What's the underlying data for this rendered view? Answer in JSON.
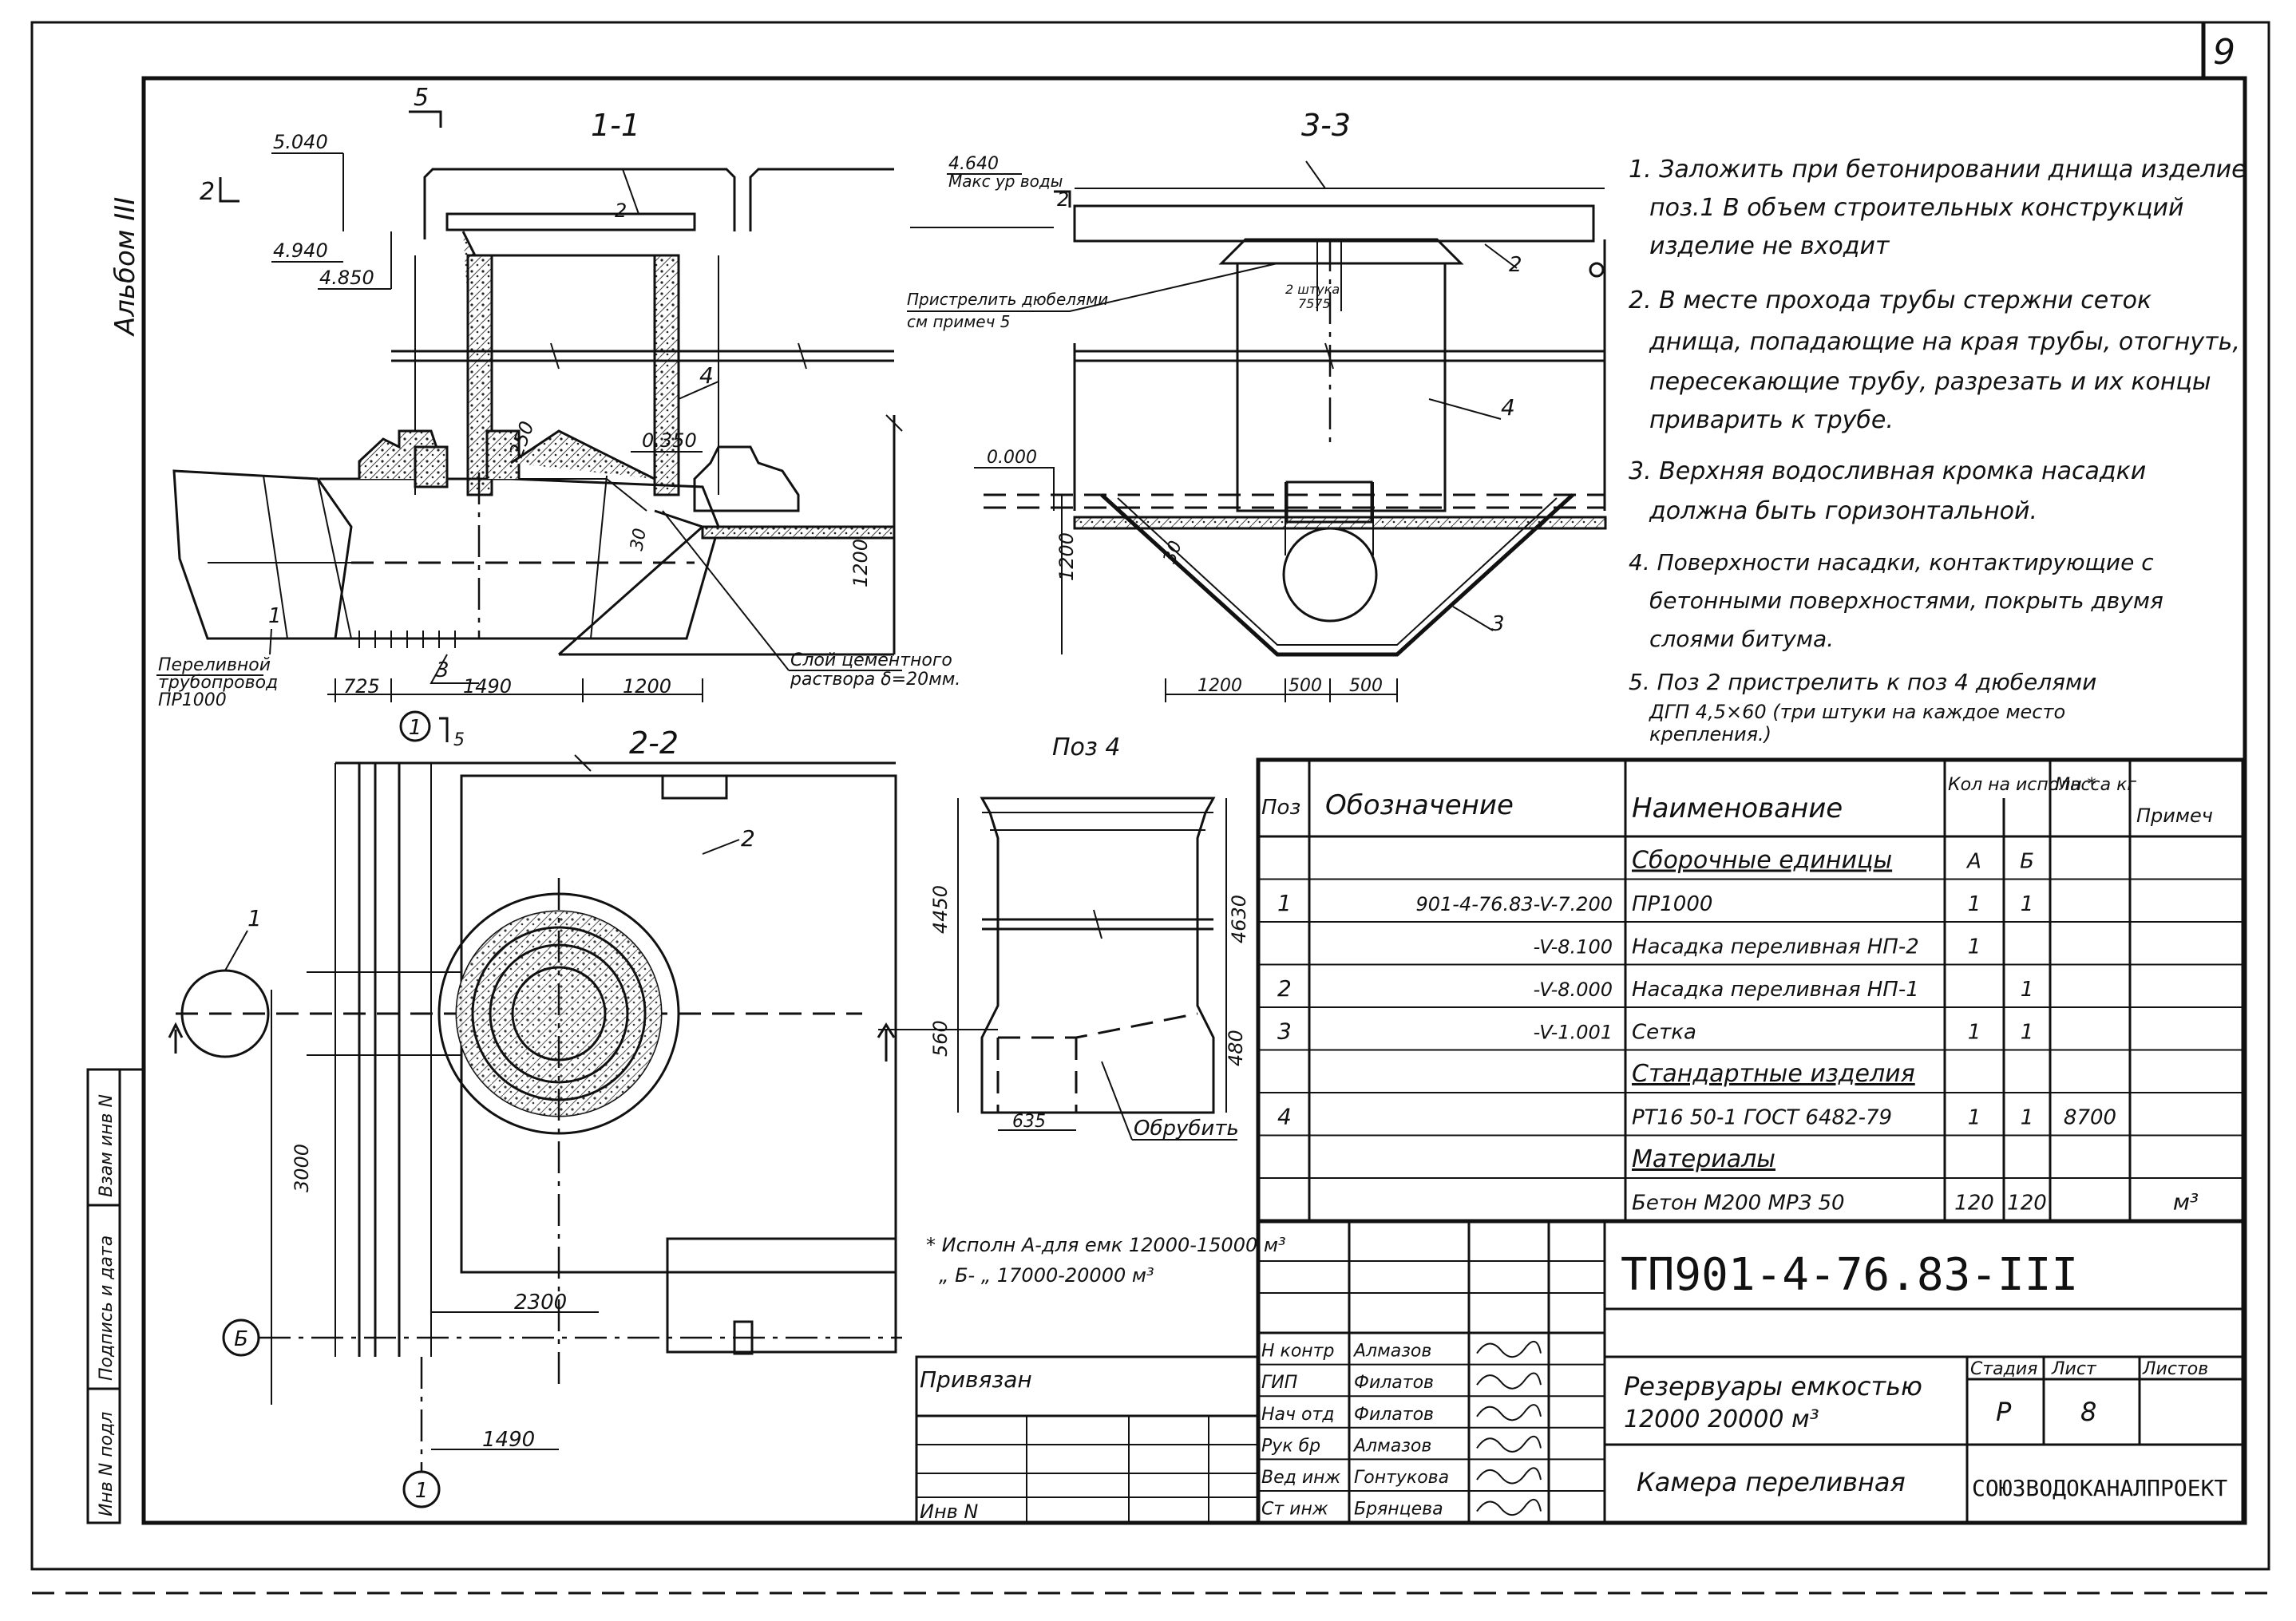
{
  "sheet": {
    "number": "9",
    "album": "Альбом III",
    "code": "ТП901-4-76.83-III",
    "org": "СОЮЗВОДОКАНАЛПРОЕКТ",
    "title_main": "Резервуары емкостью",
    "title_volume": "12000   20000 м³",
    "title_sub": "Камера переливная",
    "bound_label": "Привязан",
    "inv_label": "Инв N",
    "stage_label": "Стадия",
    "sheet_label": "Лист",
    "sheets_label": "Листов",
    "stage": "Р",
    "sheet_no": "8",
    "margin_labels": [
      "Инв N подл",
      "Подпись и дата",
      "Взам инв N"
    ]
  },
  "staff": [
    {
      "role": "Н контр",
      "name": "Алмазов"
    },
    {
      "role": "ГИП",
      "name": "Филатов"
    },
    {
      "role": "Нач отд",
      "name": "Филатов"
    },
    {
      "role": "Рук бр",
      "name": "Алмазов"
    },
    {
      "role": "Вед инж",
      "name": "Гонтукова"
    },
    {
      "role": "Ст инж",
      "name": "Брянцева"
    }
  ],
  "notes": [
    "1. Заложить при бетонировании днища изделие",
    "поз.1 В объем строительных конструкций",
    "изделие не входит",
    "2. В месте прохода трубы стержни сеток",
    "днища, попадающие на края трубы, отогнуть,",
    "пересекающие трубу, разрезать и их концы",
    "приварить к трубе.",
    "3. Верхняя водосливная кромка насадки",
    "должна быть горизонтальной.",
    "4. Поверхности насадки, контактирующие с",
    "бетонными поверхностями, покрыть двумя",
    "слоями битума.",
    "5. Поз 2 пристрелить к поз 4 дюбелями",
    "ДГП 4,5×60 (три штуки на каждое место",
    "крепления.)"
  ],
  "spec": {
    "headers": {
      "pos": "Поз",
      "designation": "Обозначение",
      "name": "Наименование",
      "qty": "Кол на исполн *",
      "mass": "Масса кг",
      "note": "Примеч"
    },
    "qty_variants": [
      "А",
      "Б"
    ],
    "rows": [
      {
        "pos": "",
        "designation": "",
        "name": "Сборочные единицы",
        "a": "А",
        "b": "Б",
        "mass": "",
        "note": "",
        "section": true
      },
      {
        "pos": "1",
        "designation": "901-4-76.83-V-7.200",
        "name": "ПР1000",
        "a": "1",
        "b": "1",
        "mass": "",
        "note": ""
      },
      {
        "pos": "",
        "designation": "-V-8.100",
        "name": "Насадка переливная НП-2",
        "a": "1",
        "b": "",
        "mass": "",
        "note": ""
      },
      {
        "pos": "2",
        "designation": "-V-8.000",
        "name": "Насадка переливная НП-1",
        "a": "",
        "b": "1",
        "mass": "",
        "note": ""
      },
      {
        "pos": "3",
        "designation": "-V-1.001",
        "name": "Сетка",
        "a": "1",
        "b": "1",
        "mass": "",
        "note": ""
      },
      {
        "pos": "",
        "designation": "",
        "name": "Стандартные изделия",
        "a": "",
        "b": "",
        "mass": "",
        "note": "",
        "section": true
      },
      {
        "pos": "4",
        "designation": "",
        "name": "РТ16 50-1 ГОСТ 6482-79",
        "a": "1",
        "b": "1",
        "mass": "8700",
        "note": ""
      },
      {
        "pos": "",
        "designation": "",
        "name": "Материалы",
        "a": "",
        "b": "",
        "mass": "",
        "note": "",
        "section": true
      },
      {
        "pos": "",
        "designation": "",
        "name": "Бетон М200   МРЗ 50",
        "a": "120",
        "b": "120",
        "mass": "",
        "note": "м³"
      }
    ],
    "footnote_1": "* Исполн А-для емк 12000-15000 м³",
    "footnote_2": "„ Б- „ 17000-20000 м³"
  },
  "views": {
    "section_1": "1-1",
    "section_2": "2-2",
    "section_3": "3-3",
    "pos4": "Поз 4",
    "marker_5": "5",
    "marker_2": "2",
    "axis_1": "1",
    "axis_b": "Б"
  },
  "labels": {
    "el_5040": "5.040",
    "el_4940": "4.940",
    "el_4850": "4.850",
    "el_4640": "4.640",
    "max_water": "Макс ур воды",
    "el_0350": "0.350",
    "el_0000": "0.000",
    "dowel": "Пристрелить дюбелями",
    "see_note": "см примеч 5",
    "overflow_pipe_1": "Переливной",
    "overflow_pipe_2": "трубопровод",
    "overflow_pipe_3": "ПР1000",
    "cement_1": "Слой цементного",
    "cement_2": "раствора δ=20мм.",
    "cut_off": "Обрубить",
    "d725": "725",
    "d1490": "1490",
    "d1200": "1200",
    "d1200v": "1200",
    "d500a": "500",
    "d500b": "500",
    "d250": "250",
    "d30": "30",
    "d30b": "30",
    "d4450": "4450",
    "d4630": "4630",
    "d560": "560",
    "d480": "480",
    "d635": "635",
    "d3000": "3000",
    "d2300": "2300",
    "d1490b": "1490",
    "p1": "1",
    "p2": "2",
    "p2b": "2",
    "p3": "3",
    "p3b": "3",
    "p4": "4",
    "p4b": "4",
    "p1b": "1",
    "p2c": "2",
    "p2d": "2",
    "mark_a": "2 штука",
    "mark_b": "7575"
  }
}
